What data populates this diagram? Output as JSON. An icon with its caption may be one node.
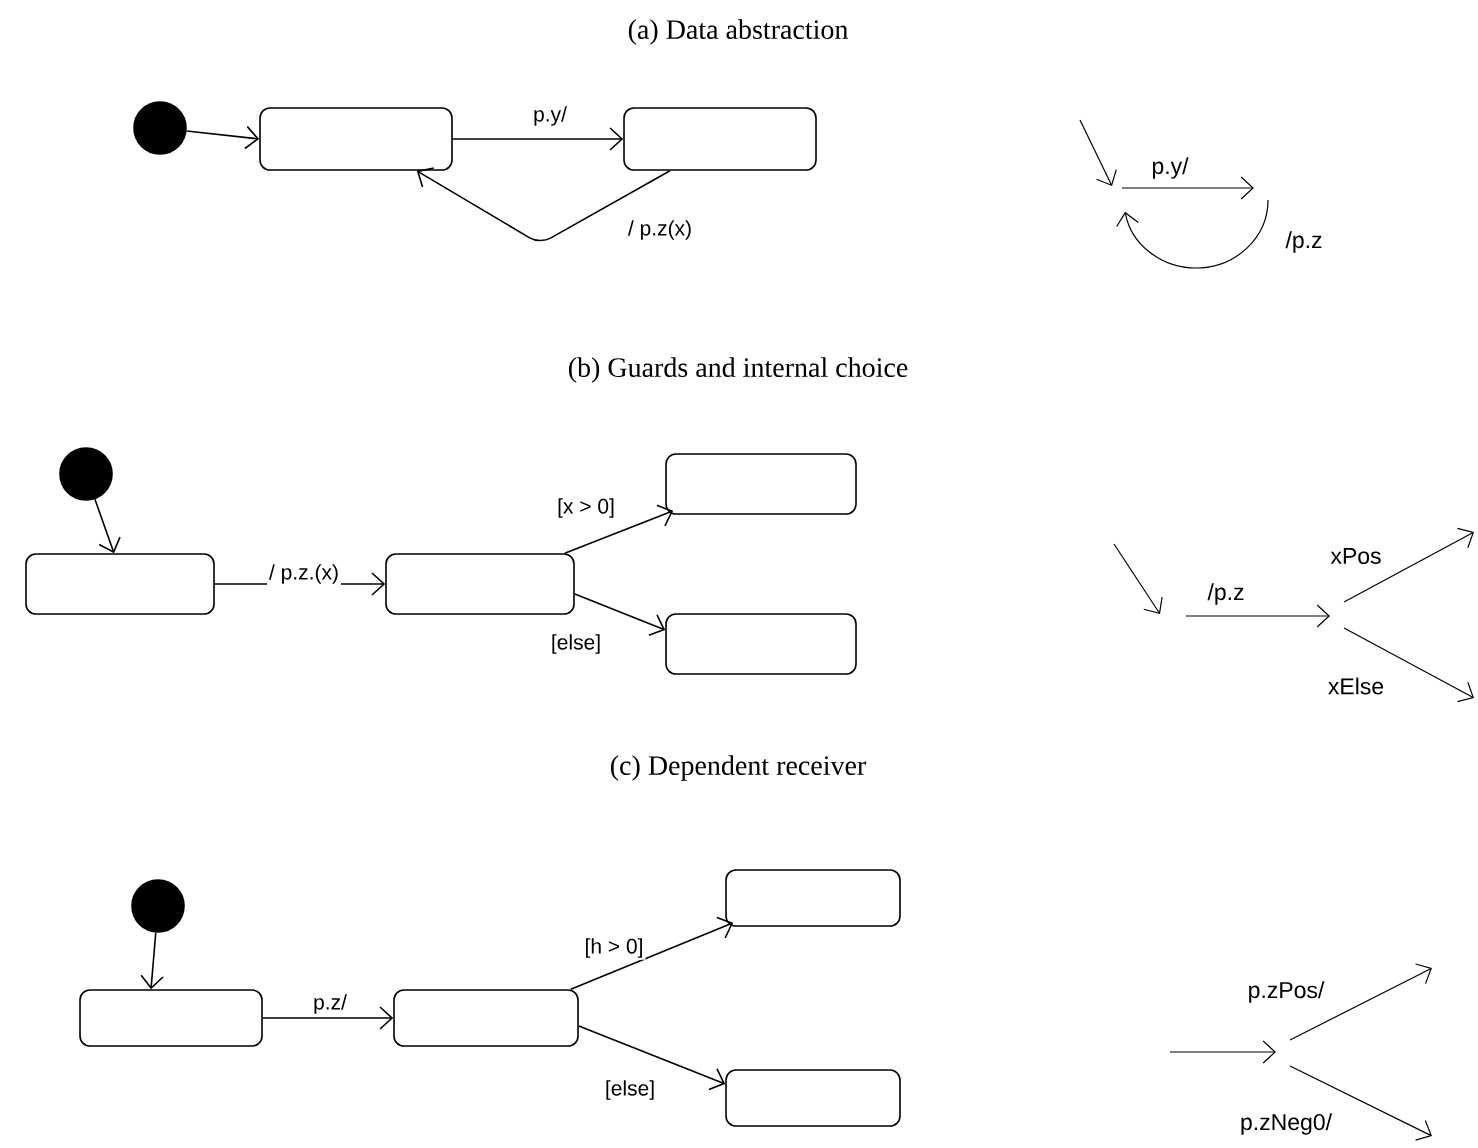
{
  "diagram": {
    "nodes": [
      {
        "text": [],
        "shape": "circle"
      },
      {
        "text": [],
        "shape": "box"
      },
      {
        "text": [],
        "shape": "box"
      },
      {
        "text": [],
        "shape": "circle"
      },
      {
        "text": [],
        "shape": "box"
      },
      {
        "text": [],
        "shape": "box"
      },
      {
        "text": [],
        "shape": "box"
      },
      {
        "text": [],
        "shape": "box"
      },
      {
        "text": [],
        "shape": "circle"
      },
      {
        "text": [],
        "shape": "box"
      },
      {
        "text": [],
        "shape": "box"
      },
      {
        "text": [],
        "shape": "box"
      },
      {
        "text": [],
        "shape": "box"
      }
    ],
    "edges": [
      {
        "from": 0,
        "to": 1,
        "arrow": "to"
      },
      {
        "from": 1,
        "to": 2,
        "arrow": "to",
        "label": "p.y/"
      },
      {
        "from": 2,
        "to": 1,
        "arrow": "to",
        "label": "/ p.z(x)"
      },
      {
        "from": 3,
        "to": 4,
        "arrow": "to"
      },
      {
        "from": 4,
        "to": 5,
        "arrow": "to",
        "label": "/ p.z.(x)"
      },
      {
        "from": 5,
        "to": 6,
        "arrow": "to",
        "label": "[x > 0]"
      },
      {
        "from": 5,
        "to": 7,
        "arrow": "to",
        "label": "[else]"
      },
      {
        "from": 8,
        "to": 9,
        "arrow": "to"
      },
      {
        "from": 9,
        "to": 10,
        "arrow": "to",
        "label": "p.z/"
      },
      {
        "from": 10,
        "to": 11,
        "arrow": "to",
        "label": "[h > 0]"
      },
      {
        "from": 10,
        "to": 12,
        "arrow": "to",
        "label": "[else]"
      }
    ],
    "labels": [
      "(a) Data abstraction",
      "p.y/",
      "/p.z",
      "(b) Guards and internal choice",
      "xPos",
      "/p.z",
      "xElse",
      "(c) Dependent receiver",
      "p.zPos/",
      "p.zNeg0/"
    ]
  }
}
